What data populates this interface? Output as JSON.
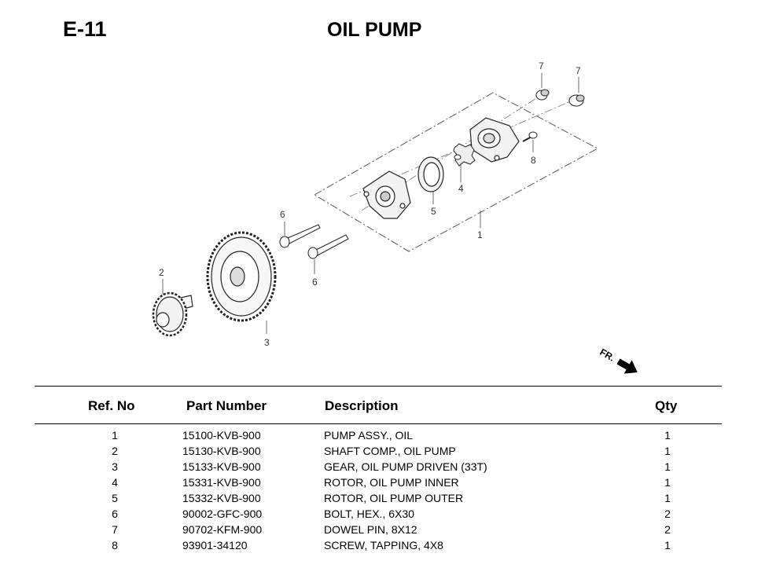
{
  "header": {
    "page_code": "E-11",
    "title": "OIL PUMP"
  },
  "diagram": {
    "front_marker": "FR.",
    "callouts": [
      "7",
      "7",
      "8",
      "4",
      "5",
      "1",
      "6",
      "6",
      "2",
      "3"
    ]
  },
  "table": {
    "columns": [
      "Ref. No",
      "Part Number",
      "Description",
      "Qty"
    ],
    "rows": [
      {
        "ref": "1",
        "part": "15100-KVB-900",
        "desc": "PUMP ASSY., OIL",
        "qty": "1"
      },
      {
        "ref": "2",
        "part": "15130-KVB-900",
        "desc": "SHAFT COMP., OIL PUMP",
        "qty": "1"
      },
      {
        "ref": "3",
        "part": "15133-KVB-900",
        "desc": "GEAR, OIL PUMP DRIVEN (33T)",
        "qty": "1"
      },
      {
        "ref": "4",
        "part": "15331-KVB-900",
        "desc": "ROTOR, OIL PUMP INNER",
        "qty": "1"
      },
      {
        "ref": "5",
        "part": "15332-KVB-900",
        "desc": "ROTOR, OIL PUMP OUTER",
        "qty": "1"
      },
      {
        "ref": "6",
        "part": "90002-GFC-900",
        "desc": "BOLT, HEX., 6X30",
        "qty": "2"
      },
      {
        "ref": "7",
        "part": "90702-KFM-900",
        "desc": "DOWEL PIN, 8X12",
        "qty": "2"
      },
      {
        "ref": "8",
        "part": "93901-34120",
        "desc": "SCREW, TAPPING, 4X8",
        "qty": "1"
      }
    ]
  }
}
